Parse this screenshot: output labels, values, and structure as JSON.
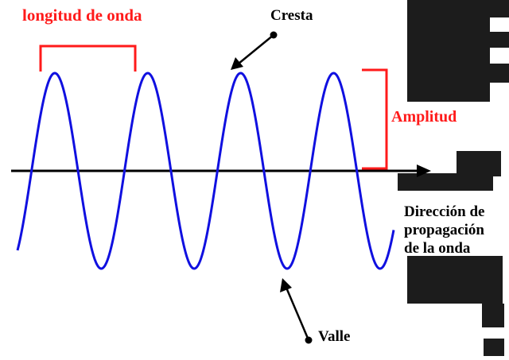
{
  "labels": {
    "wavelength": "longitud de onda",
    "crest": "Cresta",
    "amplitude": "Amplitud",
    "trough": "Valle",
    "direction": [
      "Dirección de",
      "propagación",
      "de la onda"
    ]
  },
  "wave": {
    "cycles": 4,
    "crest_count": 4,
    "trough_count": 4
  },
  "colors": {
    "wave": "#1010e0",
    "axis": "#000000",
    "annotation": "#ff1a1a",
    "text": "#000000",
    "background": "#ffffff",
    "dark_panel": "#1c1c1c"
  }
}
